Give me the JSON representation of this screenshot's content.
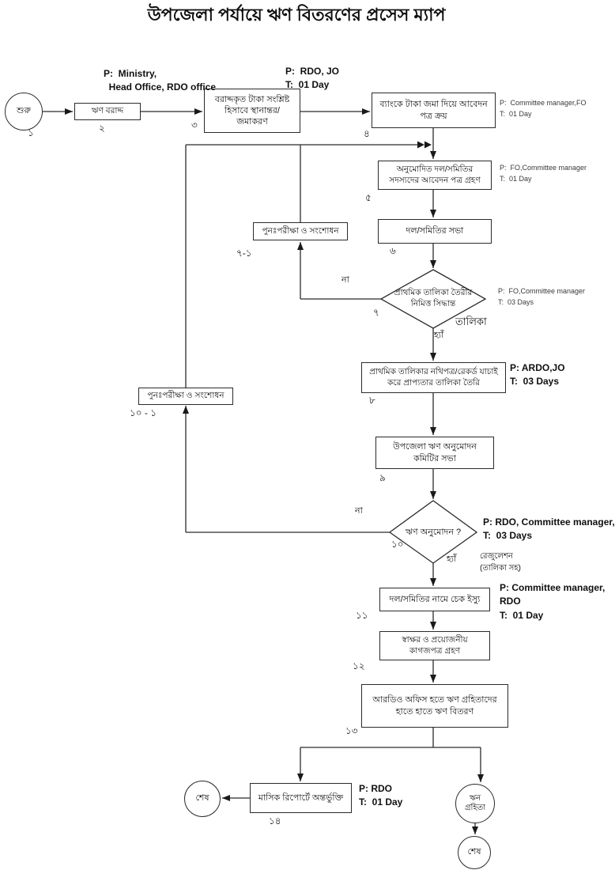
{
  "title": "উপজেলা পর্যায়ে ঋণ বিতরণের প্রসেস ম্যাপ",
  "colors": {
    "line": "#2b2b2b",
    "background": "#ffffff",
    "text": "#111111"
  },
  "nodes": {
    "start": {
      "label": "শুরু",
      "num": "১"
    },
    "allocation": {
      "label": "ঋণ বরাদ্দ",
      "num": "২"
    },
    "transfer": {
      "label": "বরাদ্দকৃত টাকা সংশ্লিষ্ট হিসাবে স্থানান্তর/জমাকরণ",
      "num": "৩"
    },
    "buy_form": {
      "label": "ব্যাংকে টাকা জমা দিয়ে আবেদন পত্র ক্রয়",
      "num": "৪"
    },
    "receive_app": {
      "label": "অনুমোদিত দল/সমিতির সদস্যদের আবেদন পত্র গ্রহণ",
      "num": "৫"
    },
    "society_meeting": {
      "label": "দল/সমিতির সভা",
      "num": "৬"
    },
    "recheck1": {
      "label": "পুনঃপরীক্ষা ও সংশোধন",
      "num": "৭-১"
    },
    "decision_list": {
      "label": "প্রাথমিক তালিকা তৈরীর নিমিত্ত সিদ্ধান্ত",
      "num": "৭"
    },
    "verify": {
      "label": "প্রাথমিক তালিকার নথিপত্র/রেকর্ড যাচাই করে প্রাপ্যতার তালিকা তৈরি",
      "num": "৮"
    },
    "upazila_meeting": {
      "label": "উপজেলা ঋণ অনুমোদন কমিটির সভা",
      "num": "৯"
    },
    "recheck2": {
      "label": "পুনঃপরীক্ষা ও সংশোধন",
      "num": "১০ - ১"
    },
    "decision_approval": {
      "label": "ঋণ অনুমোদন ?",
      "num": "১০"
    },
    "cheque": {
      "label": "দল/সমিতির নামে চেক ইস্যু",
      "num": "১১"
    },
    "signature": {
      "label": "স্বাক্ষর ও প্রয়োজনীয় কাগজপত্র গ্রহণ",
      "num": "১২"
    },
    "disburse": {
      "label": "আরডিও অফিস হতে ঋণ  গ্রহিতাদের হাতে হাতে ঋণ  বিতরণ",
      "num": "১৩"
    },
    "report": {
      "label": "মাসিক রিপোর্টে অন্তর্ভুক্তি",
      "num": "১৪"
    },
    "end_left": {
      "label": "শেষ"
    },
    "recipient": {
      "label": "ঋন\nগ্রহিতা"
    },
    "end_bottom": {
      "label": "শেষ"
    }
  },
  "annotations": {
    "allocation": "P:  Ministry,\n  Head Office, RDO office",
    "transfer": "P:  RDO, JO\nT:  01 Day",
    "buy_form": "P:  Committee manager,FO\nT:  01 Day",
    "receive_app": "P:  FO,Committee manager\nT:  01 Day",
    "decision_list": "P:  FO,Committee manager\nT:  03 Days",
    "verify": "P: ARDO,JO\nT:  03 Days",
    "decision_approval": "P: RDO, Committee manager,\nT:  03 Days",
    "cheque": "P: Committee manager,\nRDO\nT:  01 Day",
    "report": "P: RDO\nT:  01 Day"
  },
  "edge_labels": {
    "list_no": "না",
    "list_yes": "হ্যাঁ",
    "list_doc": "তালিকা",
    "approval_no": "না",
    "approval_yes": "হ্যাঁ",
    "resolution_doc": "রেজুলেশন\n(তালিকা সহ)"
  }
}
